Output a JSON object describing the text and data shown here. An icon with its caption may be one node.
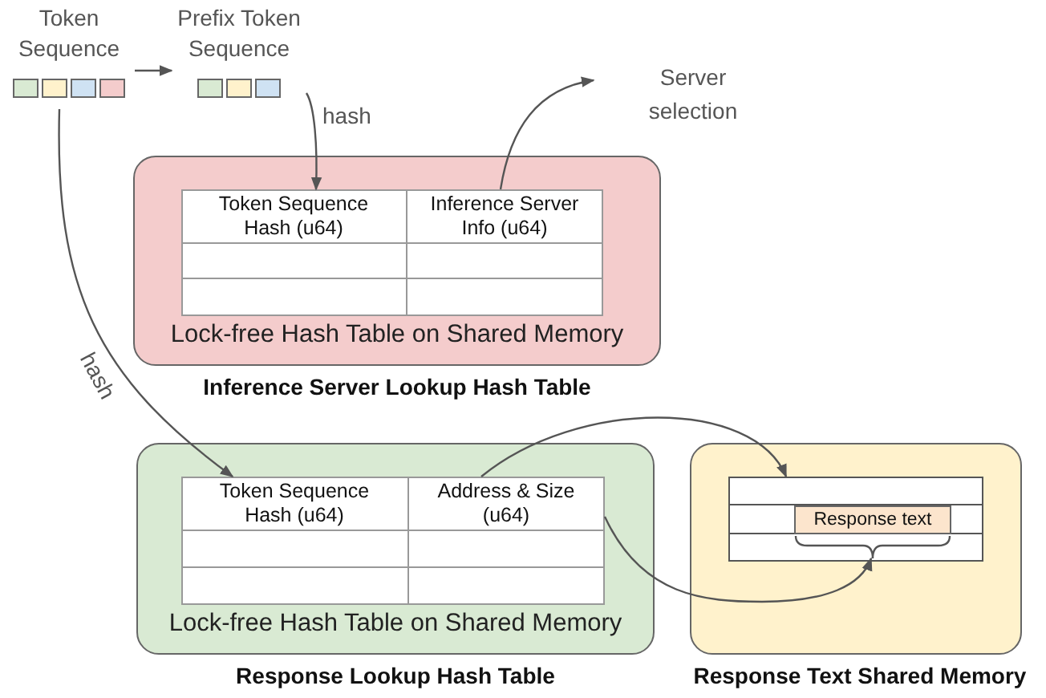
{
  "diagram": {
    "nodes": [
      {
        "text": [
          "Token Sequence"
        ]
      },
      {
        "text": [
          "Prefix Token Sequence"
        ]
      },
      {
        "text": [
          "Server selection"
        ]
      },
      {
        "text": [
          "Lock-free Hash Table on Shared Memory",
          "Inference Server Lookup Hash Table"
        ]
      },
      {
        "text": [
          "Token Sequence Hash (u64)"
        ],
        "in": 3
      },
      {
        "text": [
          "Inference Server Info (u64)"
        ],
        "in": 3
      },
      {
        "text": [
          "Lock-free Hash Table on Shared Memory",
          "Response Lookup Hash Table"
        ]
      },
      {
        "text": [
          "Token Sequence Hash (u64)"
        ],
        "in": 6
      },
      {
        "text": [
          "Address & Size (u64)"
        ],
        "in": 6
      },
      {
        "text": [
          "Response Text Shared Memory"
        ]
      },
      {
        "text": [],
        "shape": "box",
        "in": 9
      },
      {
        "text": [
          "Response text"
        ],
        "in": 10
      },
      {
        "text": [],
        "shape": "brace",
        "in": 10
      }
    ],
    "edges": [
      {
        "from": 0,
        "to": 1,
        "arrow": "to"
      },
      {
        "from": 1,
        "to": 4,
        "arrow": "to",
        "label": "hash"
      },
      {
        "from": 5,
        "to": 2,
        "arrow": "to"
      },
      {
        "from": 0,
        "to": 7,
        "arrow": "to",
        "label": "hash"
      },
      {
        "from": 8,
        "to": 10,
        "arrow": "to"
      },
      {
        "from": 8,
        "to": 12,
        "arrow": "to"
      }
    ]
  }
}
